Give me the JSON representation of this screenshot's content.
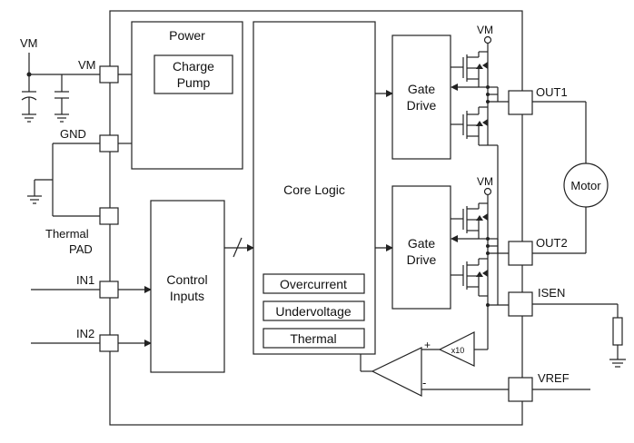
{
  "labels": {
    "vm_top": "VM",
    "vm_pin": "VM",
    "gnd": "GND",
    "thermal": "Thermal",
    "pad": "PAD",
    "in1": "IN1",
    "in2": "IN2",
    "power": "Power",
    "charge": "Charge",
    "pump": "Pump",
    "core_logic": "Core Logic",
    "control": "Control",
    "inputs": "Inputs",
    "overcurrent": "Overcurrent",
    "undervoltage": "Undervoltage",
    "thermal_blk": "Thermal",
    "gate1a": "Gate",
    "gate1b": "Drive",
    "gate2a": "Gate",
    "gate2b": "Drive",
    "vm_hs1": "VM",
    "vm_hs2": "VM",
    "out1": "OUT1",
    "out2": "OUT2",
    "motor": "Motor",
    "isen": "ISEN",
    "vref": "VREF",
    "gain": "x10",
    "plus": "+",
    "minus": "-"
  }
}
